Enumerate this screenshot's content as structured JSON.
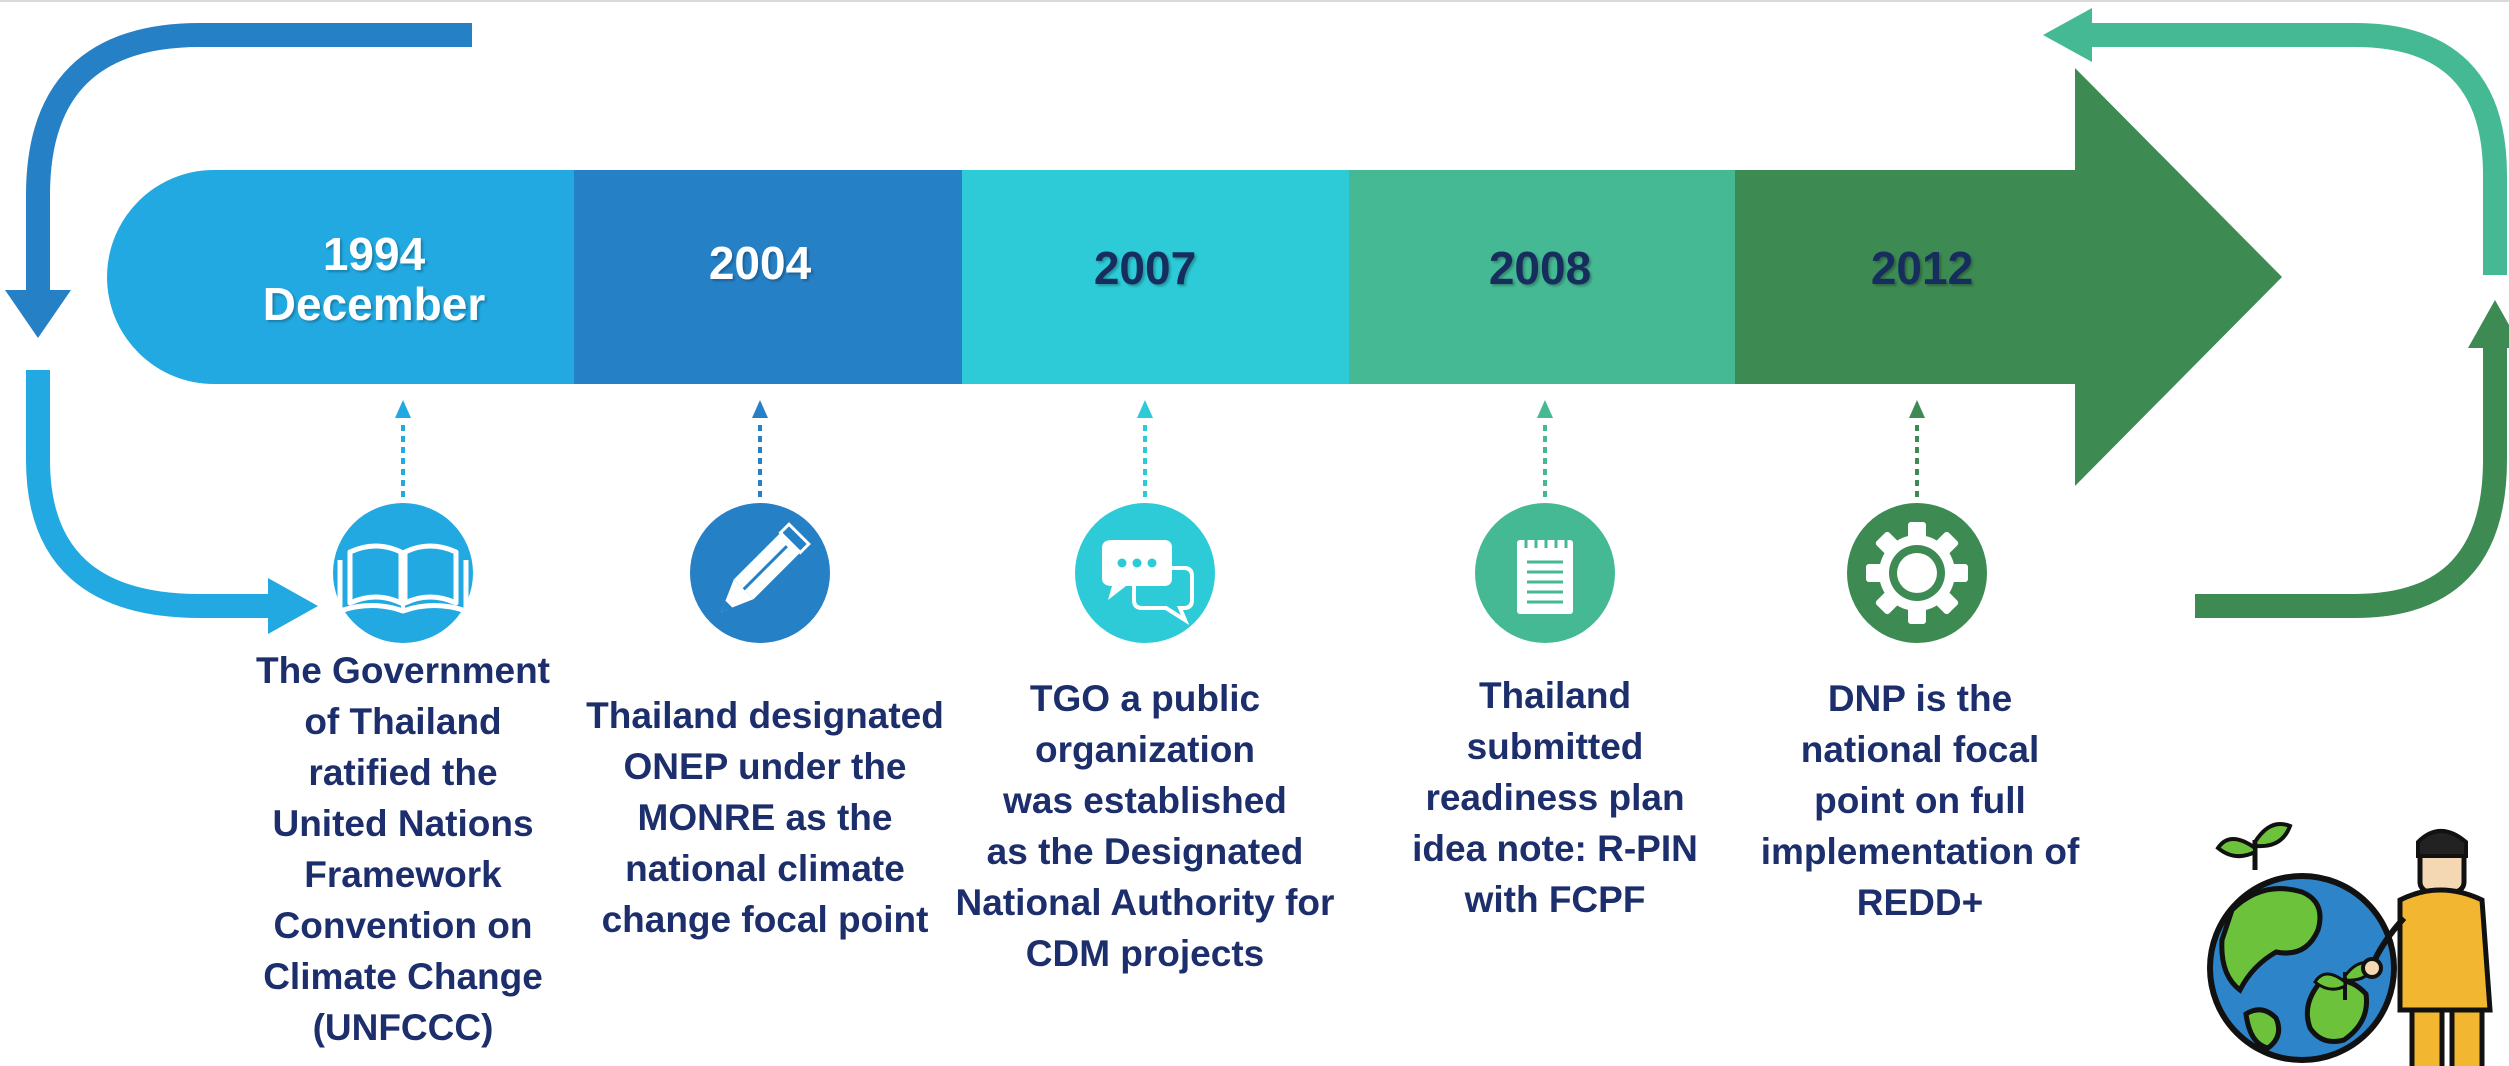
{
  "milestones": [
    {
      "year": "1994",
      "month": "December",
      "description": "The Government\nof Thailand\nratified the\nUnited Nations\nFramework\nConvention on\nClimate Change\n(UNFCCC)",
      "icon": "book-icon",
      "color": "#22a9e1"
    },
    {
      "year": "2004",
      "description": "Thailand designated\nONEP under the\nMONRE as the\nnational climate\nchange focal point",
      "icon": "pencil-icon",
      "color": "#2680c6"
    },
    {
      "year": "2007",
      "description": "TGO a public\norganization\nwas established\nas the Designated\nNational Authority for\nCDM projects",
      "icon": "chat-bubbles-icon",
      "color": "#2ccbd7"
    },
    {
      "year": "2008",
      "description": "Thailand\nsubmitted\nreadiness plan\nidea note: R-PIN\nwith FCPF",
      "icon": "notepad-icon",
      "color": "#45b993"
    },
    {
      "year": "2012",
      "description": "DNP is the\nnational focal\npoint on full\nimplementation of\nREDD+",
      "icon": "gear-icon",
      "color": "#3d8b53"
    }
  ],
  "decorations": {
    "illustration": "earth-care-person-icon"
  }
}
